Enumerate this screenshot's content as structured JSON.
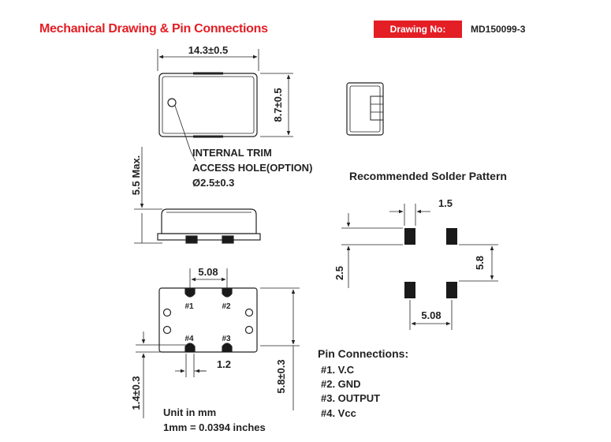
{
  "header": {
    "title": "Mechanical Drawing & Pin Connections",
    "drawing_label": "Drawing No:",
    "drawing_number": "MD150099-3"
  },
  "top_view": {
    "width_dim": "14.3±0.5",
    "height_dim": "8.7±0.5",
    "trim_note_line1": "INTERNAL TRIM",
    "trim_note_line2": "ACCESS HOLE(OPTION)",
    "trim_note_line3": "Ø2.5±0.3"
  },
  "side_view": {
    "height_dim": "5.5 Max."
  },
  "bottom_view": {
    "pin_pitch": "5.08",
    "pad_width": "1.2",
    "pad_height": "1.4±0.3",
    "row_span": "5.8±0.3",
    "pins": [
      "#1",
      "#2",
      "#3",
      "#4"
    ]
  },
  "solder_pattern": {
    "title": "Recommended Solder Pattern",
    "pad_width": "1.5",
    "pad_height": "2.5",
    "row_span": "5.8",
    "col_pitch": "5.08"
  },
  "pin_connections": {
    "title": "Pin Connections:",
    "items": [
      "#1. V.C",
      "#2. GND",
      "#3. OUTPUT",
      "#4. Vcc"
    ]
  },
  "units": {
    "line1": "Unit in mm",
    "line2": "1mm = 0.0394 inches"
  }
}
